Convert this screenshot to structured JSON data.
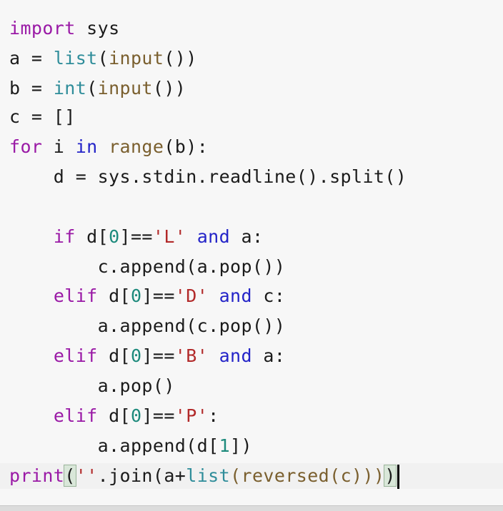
{
  "colors": {
    "keyword": "#9a1aa6",
    "blue_keyword": "#2424c8",
    "builtin": "#2f8d9a",
    "string": "#b22a2a",
    "number": "#1d8a7c",
    "text": "#1b1b1b",
    "background": "#f7f7f7"
  },
  "code": {
    "l1": [
      "import",
      " sys"
    ],
    "l2": [
      "a = ",
      "list",
      "(",
      "input",
      "())"
    ],
    "l3": [
      "b = ",
      "int",
      "(",
      "input",
      "())"
    ],
    "l4": [
      "c = []"
    ],
    "l5": [
      "for",
      " i ",
      "in",
      " ",
      "range",
      "(b):"
    ],
    "l6": [
      "    d = sys.stdin.readline().split()"
    ],
    "l8": [
      "    ",
      "if",
      " d[",
      "0",
      "]==",
      "'L'",
      " ",
      "and",
      " a:"
    ],
    "l9": [
      "        c.append(a.pop())"
    ],
    "l10": [
      "    ",
      "elif",
      " d[",
      "0",
      "]==",
      "'D'",
      " ",
      "and",
      " c:"
    ],
    "l11": [
      "        a.append(c.pop())"
    ],
    "l12": [
      "    ",
      "elif",
      " d[",
      "0",
      "]==",
      "'B'",
      " ",
      "and",
      " a:"
    ],
    "l13": [
      "        a.pop()"
    ],
    "l14": [
      "    ",
      "elif",
      " d[",
      "0",
      "]==",
      "'P'",
      ":"
    ],
    "l15": [
      "        a.append(d[",
      "1",
      "])"
    ],
    "l16": [
      "print",
      "(",
      "''",
      ".join(a+",
      "list",
      "(reversed(c)))",
      ")"
    ]
  }
}
